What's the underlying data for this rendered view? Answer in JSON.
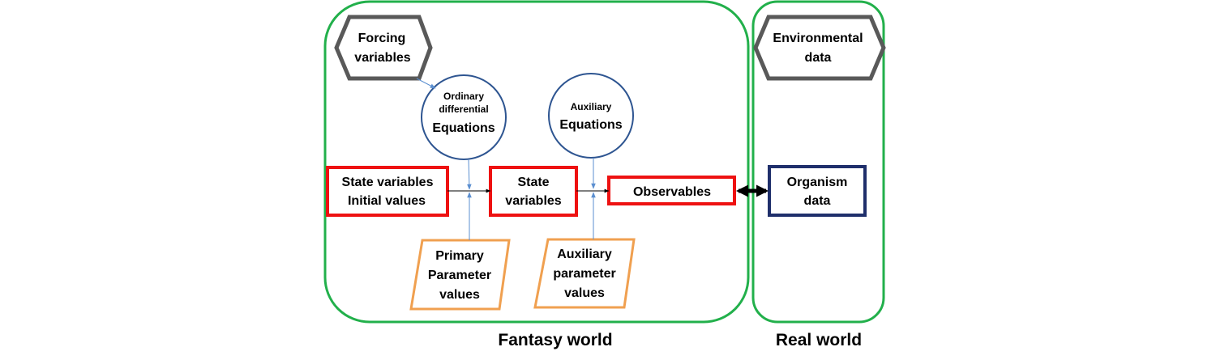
{
  "colors": {
    "world_border": "#22b04b",
    "world_label": "#22b04b",
    "hexagon_border": "#595959",
    "circle_border": "#2e5591",
    "state_box_border": "#ee1111",
    "parameter_border": "#f0a050",
    "organism_border": "#1f2f6b",
    "thin_arrow": "#5b8fd0",
    "black_arrow": "#000000"
  },
  "worlds": {
    "fantasy": {
      "label": "Fantasy world"
    },
    "real": {
      "label": "Real world"
    }
  },
  "forcing_variables": {
    "lines": [
      "Forcing",
      "variables"
    ],
    "icon": "hexagon"
  },
  "environmental_data": {
    "lines": [
      "Environmental",
      "data"
    ],
    "icon": "hexagon"
  },
  "ode_equations": {
    "lines": [
      "Ordinary",
      "differential"
    ],
    "main": "Equations"
  },
  "auxiliary_equations": {
    "lines": [
      "Auxiliary"
    ],
    "main": "Equations"
  },
  "state_initial": {
    "lines": [
      "State variables",
      "Initial values"
    ]
  },
  "state_variables": {
    "lines": [
      "State",
      "variables"
    ]
  },
  "observables": {
    "lines": [
      "Observables"
    ]
  },
  "organism_data": {
    "lines": [
      "Organism",
      "data"
    ]
  },
  "primary_parameters": {
    "lines": [
      "Primary",
      "Parameter",
      "values"
    ]
  },
  "auxiliary_parameters": {
    "lines": [
      "Auxiliary",
      "parameter",
      "values"
    ]
  }
}
